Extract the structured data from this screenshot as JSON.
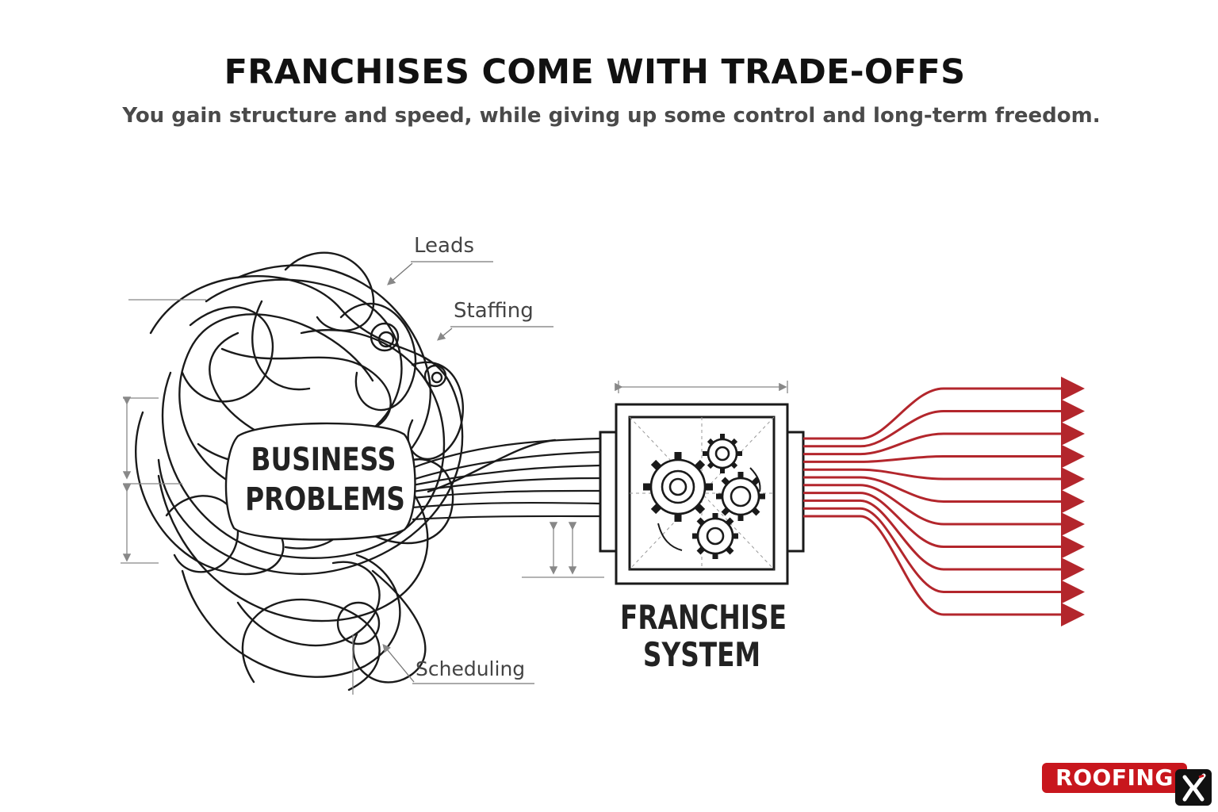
{
  "header": {
    "title": "FRANCHISES COME WITH TRADE-OFFS",
    "subtitle": "You gain structure and speed, while giving up some control and long-term freedom."
  },
  "diagram": {
    "problem_label_line1": "BUSINESS",
    "problem_label_line2": "PROBLEMS",
    "callouts": {
      "leads": "Leads",
      "staffing": "Staffing",
      "scheduling": "Scheduling"
    },
    "system_label_line1": "FRANCHISE",
    "system_label_line2": "SYSTEM",
    "output_arrow_count": 11,
    "colors": {
      "line": "#1a1a1a",
      "output_arrows": "#b3262c",
      "annotation": "#777777"
    }
  },
  "brand": {
    "logo_text": "ROOFING",
    "brand_red": "#c8161d"
  }
}
